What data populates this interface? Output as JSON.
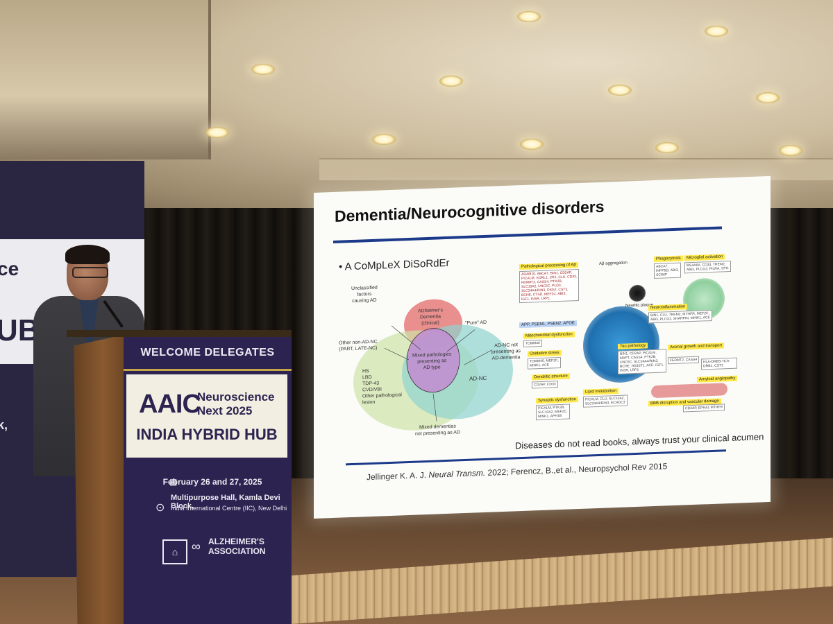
{
  "slide": {
    "title": "Dementia/Neurocognitive disorders",
    "bullet": "• A CoMpLeX DiSoRdEr",
    "venn_labels": {
      "unclassified": "Unclassified\nfactors\ncausing AD",
      "alzheimers": "Alzheimer's\nDementia\n(clinical)",
      "pure_ad": "\"Pure\" AD",
      "other_non_adnc": "Other non-AD-NC\n(PART, LATE-NC)",
      "adnc_not": "AD-NC not\npresenting as\nAD-dementia",
      "mixed_pathologies": "Mixed pathologies\npresenting as\nAD type",
      "lesions": "HS\nLBD\nTDP-43\nCVD/VBI\nOther pathological\nlesion",
      "adnc": "AD-NC",
      "mixed_dementias": "Mixed dementias\nnot presenting as AD"
    },
    "diagram_boxes": {
      "pathological_processing": "Pathological processing of Aβ",
      "ab_aggregation": "Aβ aggregation",
      "phagocytosis": "Phagocytosis",
      "microglial_activation": "Microglial activation",
      "neuritic_plaque": "Neuritic plaque",
      "neuroinflammation": "Neuroinflammation",
      "app_genes": "APP, PSEN1, PSEN2, APOE",
      "mitochondrial": "Mitochondrial dysfunction",
      "oxidative": "Oxidative stress",
      "tau": "Tau pathology",
      "axonal": "Axonal growth and transport",
      "hla": "HLA-DRB5/ HLA-DRB1, CST3",
      "dendritic": "Dendritic structure",
      "amyloid_angiopathy": "Amyloid angiopathy",
      "lipid": "Lipid metabolism",
      "synaptic": "Synaptic dysfunction",
      "bbb": "BBB disruption and vascular damage"
    },
    "diagram_genes": {
      "pathological_processing": "ADAM10, ABCA7, BIN1, CD2AP,\nPICALM, SORL1, CR1, CLU, CD33,\nFERMT2, CASS4, PTK2B,\nSLC10A2, UNC5C, PLD3,\nSLC24A4/RIN3, DSG2, CST3,\nBCHE, CTSD, MEF2C, ABI3,\nIGF1, INSR, LRP1",
      "phagocytosis": "ABCA7,\nINPP5D, ABI3,\nSCIMP",
      "microglial_activation": "MS4A6A, CD33, TREM2,\nABI3, PLCG2, PILRA, SPI1",
      "neuroinflammation": "BIN1, CLU, TREM2, MTHFR, MEF2C,\nABI3, PLCG2, SHARPIN, MINK1, ACE",
      "mitochondrial": "TOMM40",
      "oxidative": "TOMM40, MEF2C,\nMINK1, ACE",
      "tau": "BIN1, CD2AP, PICALM,\nMAPT, CASS4, PTK2B,\nUNC5C, SLC24A4/RIN3,\nBCHE, HS3ST1, ACE, IGF1,\nINSR, LRP1",
      "axonal": "FERMT2, CASS4",
      "dendritic": "CD2AP, CD33",
      "lipid": "PICALM, CLU, SLC10A2,\nSLC24A4/RIN3, ECHDC3",
      "synaptic": "PICALM, PTK2B,\nSLC10A2, MEF2C,\nMINK1, APH1B",
      "bbb": "CD2AP, EPHA1 MTHFR"
    },
    "quote": "Diseases do not read books, always trust your clinical acumen",
    "reference_author": "Jellinger K. A. J.",
    "reference_journal": "Neural Transm.",
    "reference_rest": "2022;  Ferencz, B.,et al., Neuropsychol Rev 2015"
  },
  "lectern": {
    "welcome": "WELCOME DELEGATES",
    "aaic": "AAIC",
    "neuroscience": "Neuroscience",
    "next": "Next 2025",
    "hub": "INDIA HYBRID HUB",
    "date": "February 26 and 27, 2025",
    "venue_line1": "Multipurpose Hall, Kamla Devi Block,",
    "venue_line2": "India International Centre (IIC), New Delhi",
    "alz_line1": "ALZHEIMER'S",
    "alz_line2": "ASSOCIATION"
  },
  "banner": {
    "fragment1": "ce",
    "fragment2": "UB",
    "fragment3": "k,\ni"
  },
  "colors": {
    "lectern_navy": "#2c2350",
    "slide_rule_blue": "#1c3a8a",
    "venn_red": "#e36b6b",
    "venn_green": "#cfe3a8",
    "venn_teal": "#8fd3cf",
    "venn_purple": "#c28bd1"
  }
}
